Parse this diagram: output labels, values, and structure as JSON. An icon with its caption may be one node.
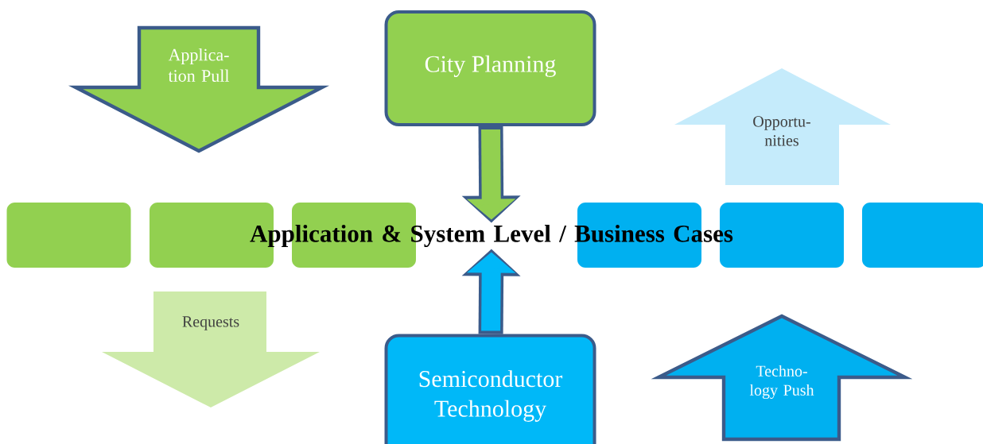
{
  "diagram": {
    "nodes": [
      {
        "text": [
          "Applica- tion Pull"
        ]
      },
      {
        "text": [
          "City Planning"
        ]
      },
      {
        "text": [
          "Opportu- nities"
        ]
      },
      {
        "text": [],
        "shape": "box"
      },
      {
        "text": [],
        "shape": "box"
      },
      {
        "text": [],
        "shape": "box"
      },
      {
        "text": [],
        "shape": "box"
      },
      {
        "text": [],
        "shape": "box"
      },
      {
        "text": [],
        "shape": "box"
      },
      {
        "text": [
          "Application & System Level / Business Cases"
        ]
      },
      {
        "text": [
          "Requests"
        ]
      },
      {
        "text": [
          "Semiconductor Technology"
        ]
      },
      {
        "text": [
          "Techno- logy Push"
        ]
      }
    ],
    "edges": [
      {
        "from": 1,
        "to": 9,
        "arrow": "to"
      },
      {
        "from": 11,
        "to": 9,
        "arrow": "to"
      }
    ]
  }
}
